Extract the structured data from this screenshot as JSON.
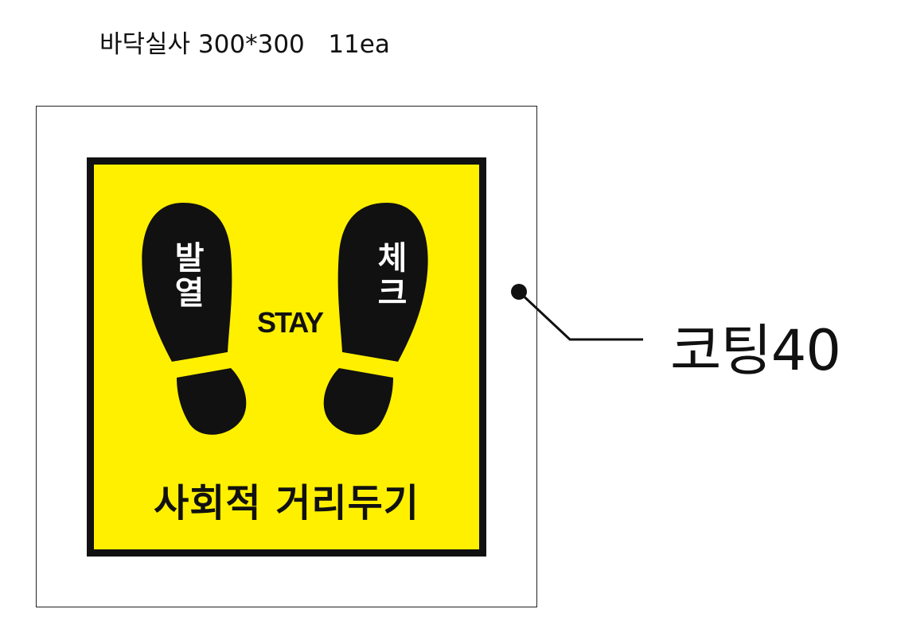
{
  "spec": {
    "title": "바닥실사 300*300   11ea"
  },
  "sticker": {
    "left_foot_text": "발\n열",
    "right_foot_text": "체\n크",
    "center_text": "STAY",
    "caption": "사회적 거리두기",
    "colors": {
      "background": "#fff000",
      "border": "#111111",
      "footprint": "#111111",
      "foot_band": "#fff000",
      "foot_text": "#ffffff"
    }
  },
  "annotation": {
    "label": "코팅40"
  }
}
